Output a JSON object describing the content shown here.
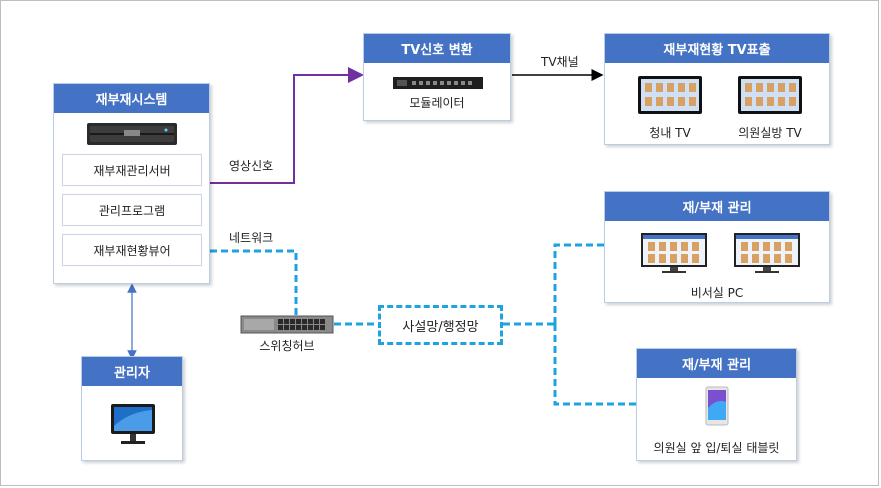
{
  "system_box": {
    "title": "재부재시스템",
    "items": [
      "재부재관리서버",
      "관리프로그램",
      "재부재현황뷰어"
    ]
  },
  "admin_box": {
    "title": "관리자"
  },
  "tv_converter_box": {
    "title": "TV신호 변환",
    "device_label": "모듈레이터"
  },
  "tv_display_box": {
    "title": "재부재현황 TV표출",
    "tv1_label": "청내 TV",
    "tv2_label": "의원실방 TV"
  },
  "secretary_box": {
    "title": "재/부재 관리",
    "device_label": "비서실 PC"
  },
  "tablet_box": {
    "title": "재/부재 관리",
    "device_label": "의원실 앞 입/퇴실 태블릿"
  },
  "switch_label": "스위칭허브",
  "network_box_label": "사설망/행정망",
  "edge_labels": {
    "video_signal": "영상신호",
    "network": "네트워크",
    "tv_channel": "TV채널"
  },
  "colors": {
    "header": "#4472c4",
    "video_line": "#7030a0",
    "network_line": "#1fa2e0",
    "admin_line": "#4472c4"
  }
}
